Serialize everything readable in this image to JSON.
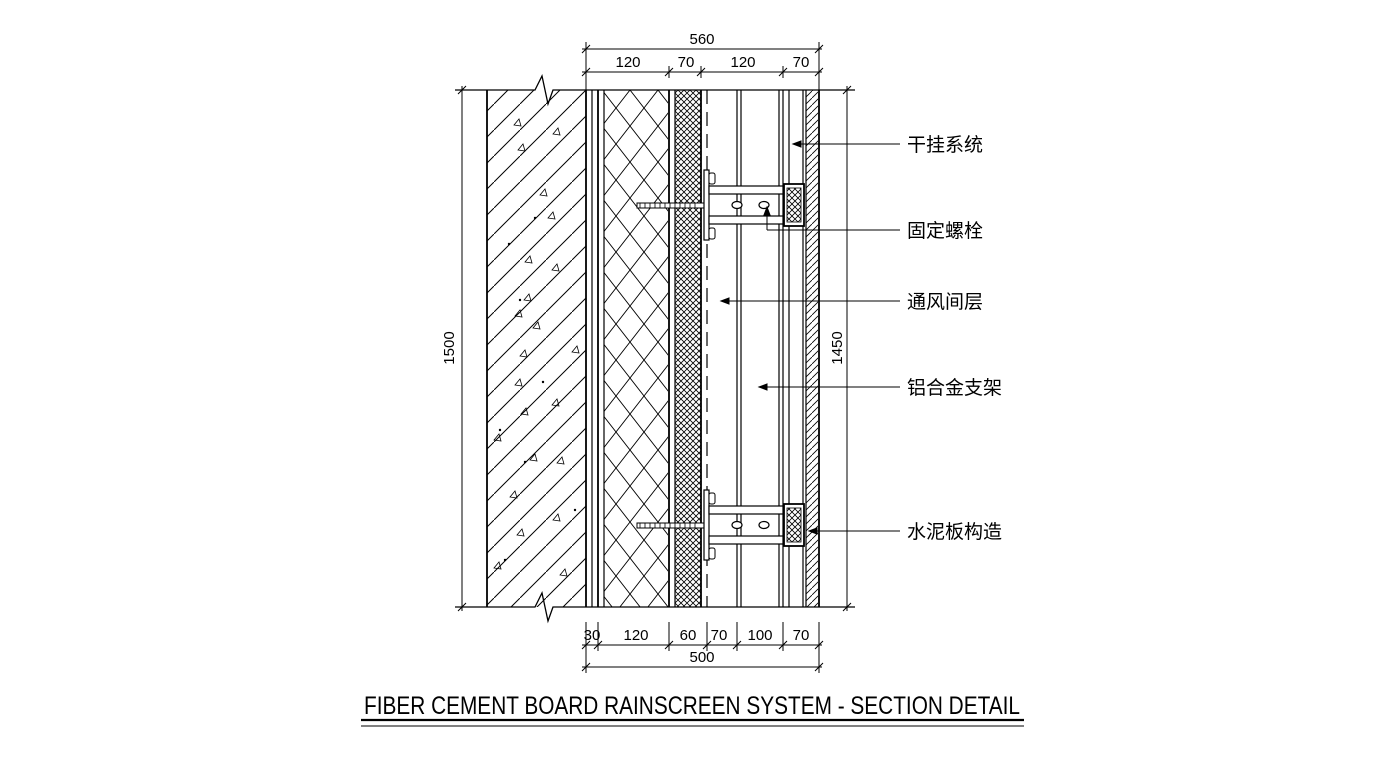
{
  "title": "FIBER CEMENT BOARD RAINSCREEN SYSTEM - SECTION DETAIL",
  "dimensions": {
    "top_total": "560",
    "top_segments": [
      "120",
      "70",
      "120",
      "70"
    ],
    "bottom_total": "500",
    "bottom_segments": [
      "30",
      "120",
      "60",
      "70",
      "100",
      "70"
    ],
    "left_height": "1500",
    "right_height": "1450"
  },
  "labels": [
    {
      "text": "干挂系统"
    },
    {
      "text": "固定螺栓"
    },
    {
      "text": "通风间层"
    },
    {
      "text": "铝合金支架"
    },
    {
      "text": "水泥板构造"
    }
  ]
}
